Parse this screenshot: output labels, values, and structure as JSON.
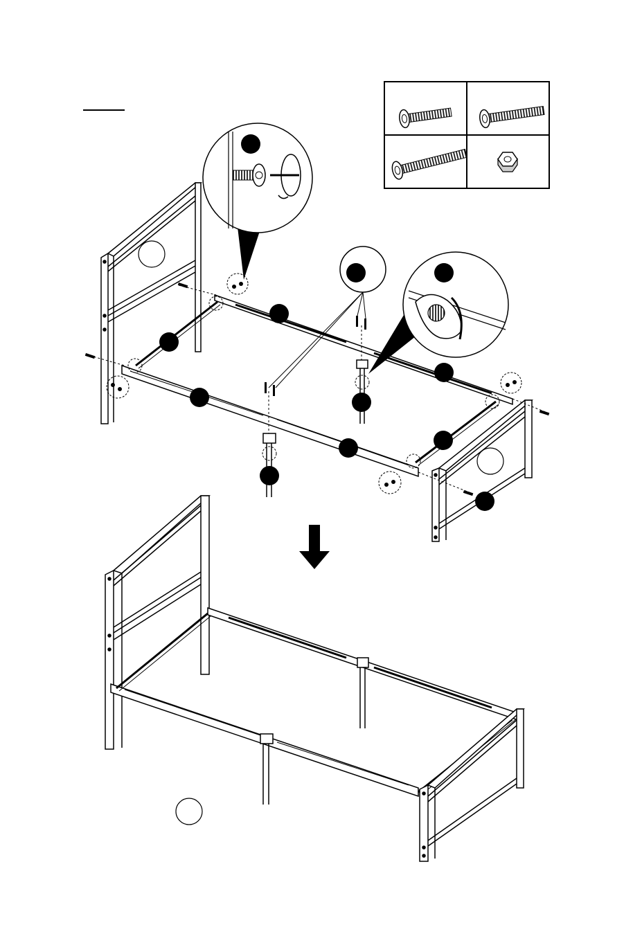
{
  "step": {
    "title": ""
  },
  "hardware": [
    {
      "name": "bolt-short",
      "label": "",
      "qty": ""
    },
    {
      "name": "bolt-medium",
      "label": "",
      "qty": ""
    },
    {
      "name": "bolt-long",
      "label": "",
      "qty": ""
    },
    {
      "name": "hex-nut",
      "label": "",
      "qty": ""
    }
  ],
  "callouts": [
    {
      "name": "detail-bolt-insert",
      "label": ""
    },
    {
      "name": "detail-leg-bolts",
      "label": ""
    },
    {
      "name": "detail-nut-wrench",
      "label": ""
    },
    {
      "name": "headboard-panel",
      "label": ""
    },
    {
      "name": "footboard-panel",
      "label": ""
    },
    {
      "name": "side-rail-left-back",
      "label": ""
    },
    {
      "name": "side-rail-left-front",
      "label": ""
    },
    {
      "name": "center-rail-back",
      "label": ""
    },
    {
      "name": "center-rail-front",
      "label": ""
    },
    {
      "name": "support-leg-back",
      "label": ""
    },
    {
      "name": "support-leg-front",
      "label": ""
    },
    {
      "name": "side-rail-right-back",
      "label": ""
    },
    {
      "name": "side-rail-right-front",
      "label": ""
    },
    {
      "name": "footboard-bolt-marker",
      "label": ""
    },
    {
      "name": "assembled-bed-marker",
      "label": ""
    }
  ],
  "colors": {
    "line": "#000000",
    "fill": "#ffffff",
    "marker": "#000000"
  }
}
